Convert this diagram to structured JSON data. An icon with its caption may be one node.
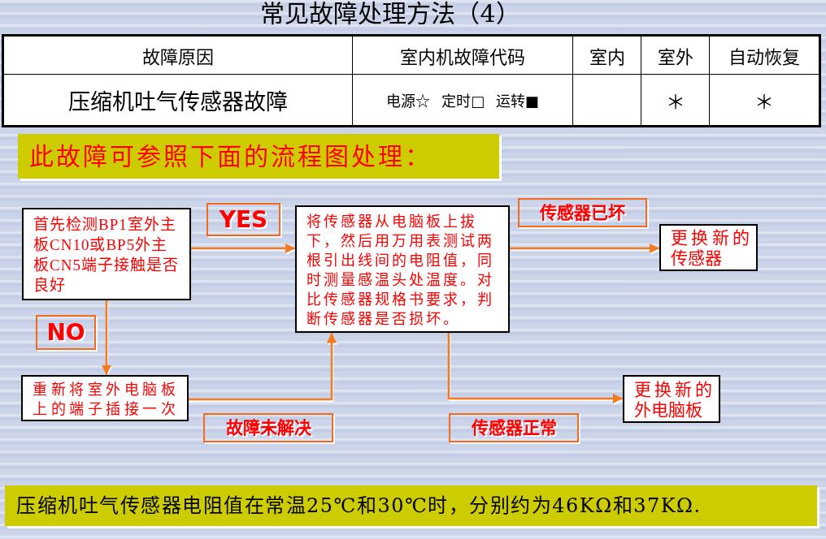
{
  "diagram": {
    "title": "常见故障处理方法（4）",
    "nodes": [
      {
        "text": [
          "此故障可参照下面的流程图处理："
        ]
      },
      {
        "text": [
          "首先检测BP1室外主板CN10或BP5外主板CN5端子接触是否良好"
        ]
      },
      {
        "text": [
          "将传感器从电脑板上拔下，然后用万用表测试两根引出线间的电阻值，同时测量感温头处温度。对比传感器规格书要求，判断传感器是否损坏。"
        ]
      },
      {
        "text": [
          "更换新的传感器"
        ]
      },
      {
        "text": [
          "重新将室外电脑板上的端子插接一次"
        ]
      },
      {
        "text": [
          "更换新的外电脑板"
        ]
      },
      {
        "text": [
          "压缩机吐气传感器电阻值在常温25℃和30℃时，分别约为46KΩ和37KΩ."
        ]
      }
    ],
    "edges": [
      {
        "from": 1,
        "to": 2,
        "arrow": "to",
        "label": "YES"
      },
      {
        "from": 1,
        "to": 4,
        "arrow": "to",
        "label": "NO"
      },
      {
        "from": 4,
        "to": 2,
        "arrow": "to",
        "label": "故障未解决"
      },
      {
        "from": 2,
        "to": 3,
        "arrow": "to",
        "label": "传感器已坏"
      },
      {
        "from": 2,
        "to": 5,
        "arrow": "to",
        "label": "传感器正常"
      }
    ],
    "labels": [
      "故障原因",
      "室内机故障代码",
      "室内",
      "室外",
      "自动恢复",
      "压缩机吐气传感器故障",
      "电源☆ 定时□ 运转■",
      "＊",
      "＊"
    ]
  }
}
